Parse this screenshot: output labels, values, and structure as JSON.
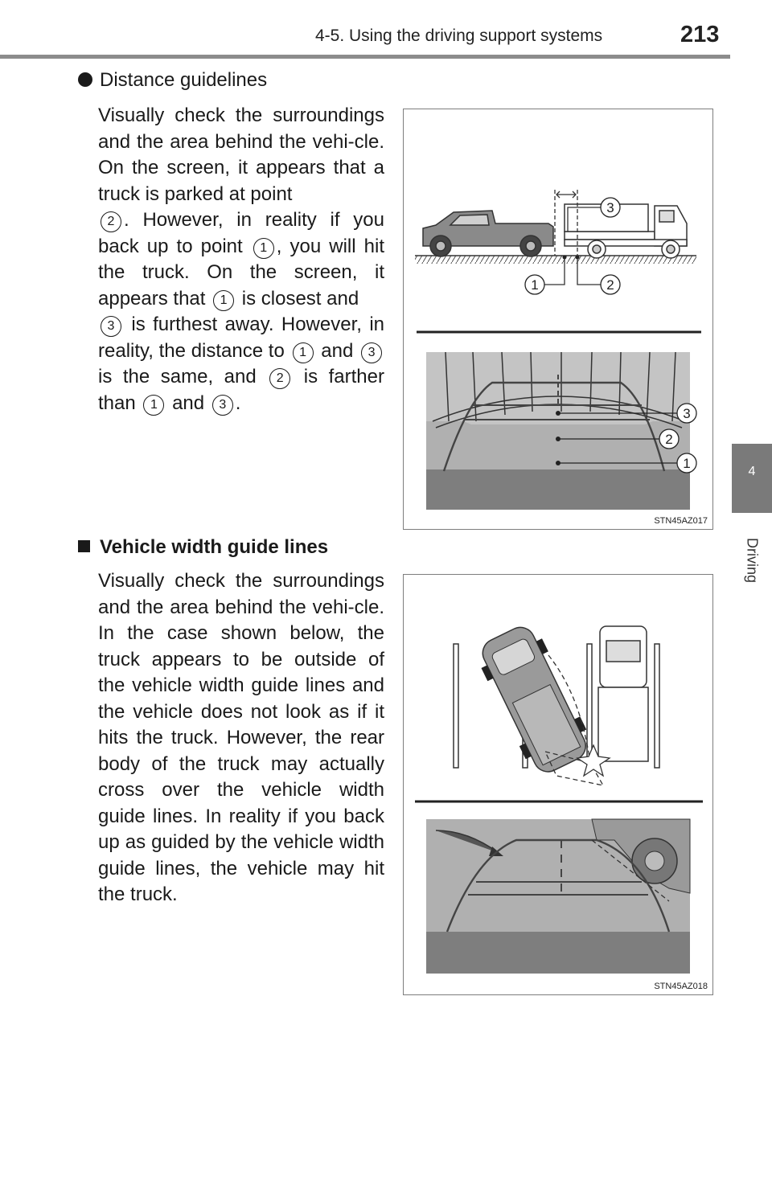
{
  "header": {
    "section": "4-5. Using the driving support systems",
    "page_number": "213"
  },
  "side_tab": {
    "number": "4",
    "label": "Driving"
  },
  "distance": {
    "heading": "Distance guidelines",
    "p_a": "Visually check the surroundings and the area behind the vehi-cle. On the screen, it appears that a truck is parked at point",
    "p_b": ". However, in reality if you back up to point",
    "p_c": ", you will hit the truck. On the screen, it appears that",
    "p_d": "is closest and",
    "p_e": "is furthest away. However, in reality, the distance to",
    "p_f": "and",
    "p_g": "is the same, and",
    "p_h": "is farther than",
    "p_i": "and",
    "p_j": ".",
    "ref_1": "1",
    "ref_2": "2",
    "ref_3": "3",
    "figure_code": "STN45AZ017"
  },
  "width": {
    "heading": "Vehicle width guide lines",
    "body": "Visually check the surroundings and the area behind the vehi-cle. In the case shown below, the truck appears to be outside of the vehicle width guide lines and the vehicle does not look as if it hits the truck. However, the rear body of the truck may actually cross over the vehicle width guide lines. In reality if you back up as guided by the vehicle width guide lines, the vehicle may hit the truck.",
    "figure_code": "STN45AZ018"
  }
}
